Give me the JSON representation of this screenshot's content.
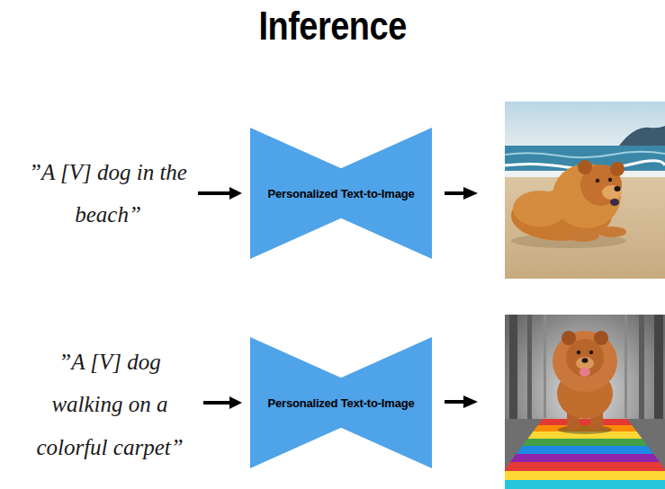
{
  "diagram": {
    "title": "Inference",
    "nodes": [
      {
        "text": [
          "”A [V] dog in the beach”"
        ]
      },
      {
        "text": [
          "Personalized Text-to-Image"
        ]
      },
      {
        "text": [
          "”A [V] dog walking on a colorful carpet”"
        ]
      },
      {
        "text": [
          "Personalized Text-to-Image"
        ]
      }
    ],
    "edges": [
      {
        "from": 0,
        "to": 1,
        "arrow": "to"
      },
      {
        "from": 2,
        "to": 3,
        "arrow": "to"
      }
    ]
  }
}
